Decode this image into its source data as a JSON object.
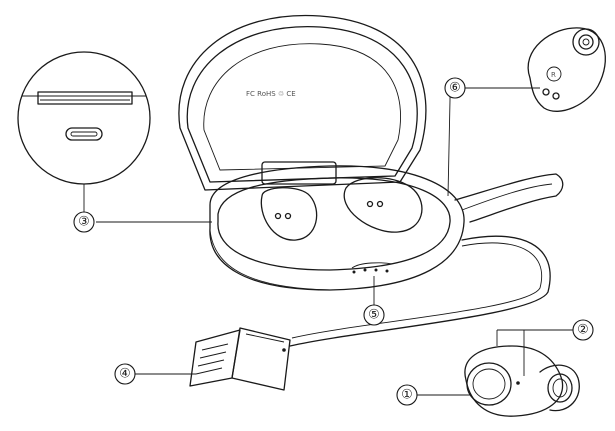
{
  "callouts": [
    {
      "id": "1",
      "label": "①"
    },
    {
      "id": "2",
      "label": "②"
    },
    {
      "id": "3",
      "label": "③"
    },
    {
      "id": "4",
      "label": "④"
    },
    {
      "id": "5",
      "label": "⑤"
    },
    {
      "id": "6",
      "label": "⑥"
    }
  ],
  "case_marking": "FC RoHS ♲ CE",
  "earbud_side_mark": "R"
}
